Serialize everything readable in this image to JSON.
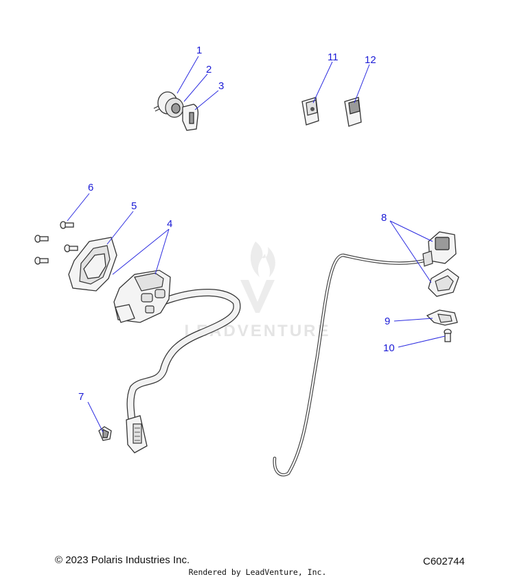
{
  "callouts": [
    "1",
    "2",
    "3",
    "4",
    "5",
    "6",
    "7",
    "8",
    "9",
    "10",
    "11",
    "12"
  ],
  "watermark": "LEADVENTURE",
  "footer": {
    "copyright": "© 2023 Polaris Industries Inc.",
    "diagram_id": "C602744",
    "rendered_by": "Rendered by LeadVenture, Inc."
  },
  "colors": {
    "callout_text": "#1a1ad6",
    "leader_line": "#2a2ae0",
    "part_outline": "#333333",
    "watermark": "#e4e4e4"
  }
}
